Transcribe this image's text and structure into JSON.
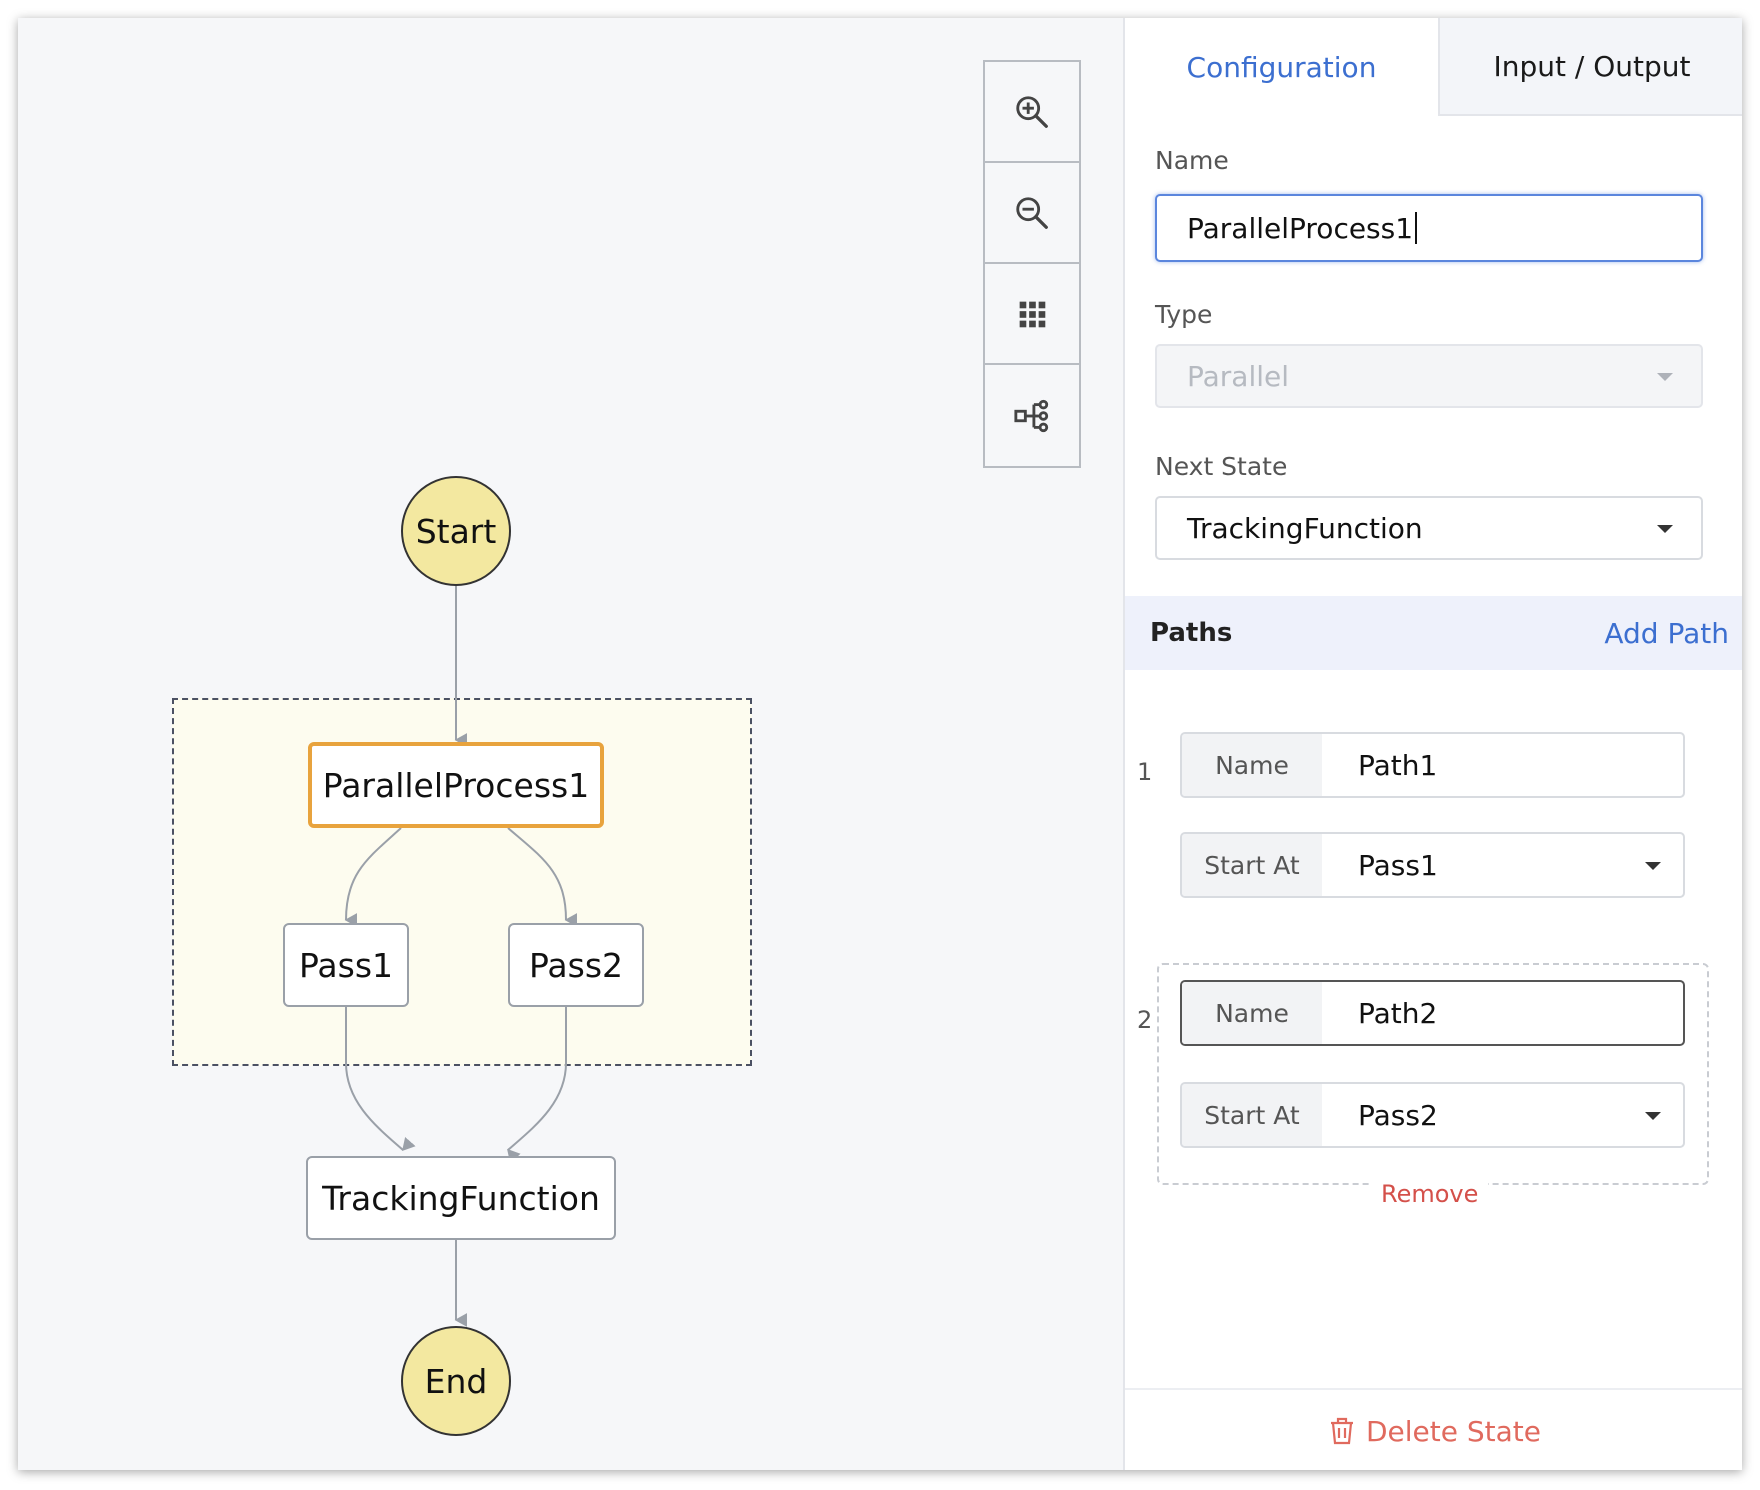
{
  "toolbar": {
    "icons": [
      "zoom-in-icon",
      "zoom-out-icon",
      "grid-icon",
      "layout-icon"
    ]
  },
  "flow": {
    "start": "Start",
    "parallel": "ParallelProcess1",
    "branch1": "Pass1",
    "branch2": "Pass2",
    "next": "TrackingFunction",
    "end": "End"
  },
  "panel": {
    "tabs": {
      "configuration": "Configuration",
      "io": "Input / Output"
    },
    "name_label": "Name",
    "name_value": "ParallelProcess1",
    "type_label": "Type",
    "type_value": "Parallel",
    "next_state_label": "Next State",
    "next_state_value": "TrackingFunction",
    "paths_title": "Paths",
    "add_path": "Add Path",
    "paths": [
      {
        "index": "1",
        "name_key": "Name",
        "name": "Path1",
        "start_key": "Start At",
        "start": "Pass1"
      },
      {
        "index": "2",
        "name_key": "Name",
        "name": "Path2",
        "start_key": "Start At",
        "start": "Pass2"
      }
    ],
    "remove": "Remove",
    "delete_state": "Delete State"
  },
  "colors": {
    "accent": "#3c6fd0",
    "selected_border": "#e8a33d",
    "terminal_fill": "#f3e8a0",
    "danger": "#e06a5e"
  }
}
